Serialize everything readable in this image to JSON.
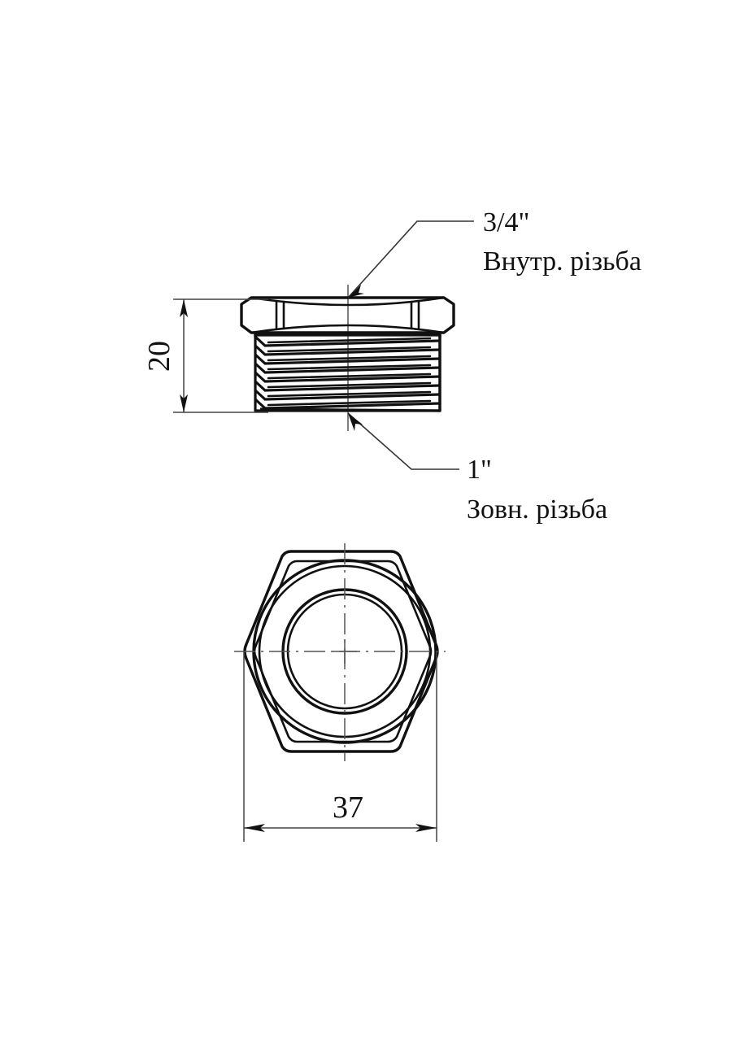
{
  "drawing": {
    "title": "Reducing hex bushing technical drawing",
    "background_color": "#ffffff",
    "line_color": "#111111",
    "dimension_line_color": "#444444",
    "views": {
      "side": {
        "name": "side-elevation-view",
        "description": "Hex head bushing side view with external thread"
      },
      "front": {
        "name": "front-end-view",
        "description": "Hexagon end view with concentric bore circles"
      }
    }
  },
  "annotations": {
    "top_callout": {
      "size": "3/4\"",
      "thread_type": "Внутр. різьба"
    },
    "bottom_callout": {
      "size": "1\"",
      "thread_type": "Зовн. різьба"
    }
  },
  "dimensions": {
    "height": {
      "value": "20",
      "orientation": "vertical",
      "unit_implied": "mm"
    },
    "width": {
      "value": "37",
      "orientation": "horizontal",
      "unit_implied": "mm"
    }
  }
}
